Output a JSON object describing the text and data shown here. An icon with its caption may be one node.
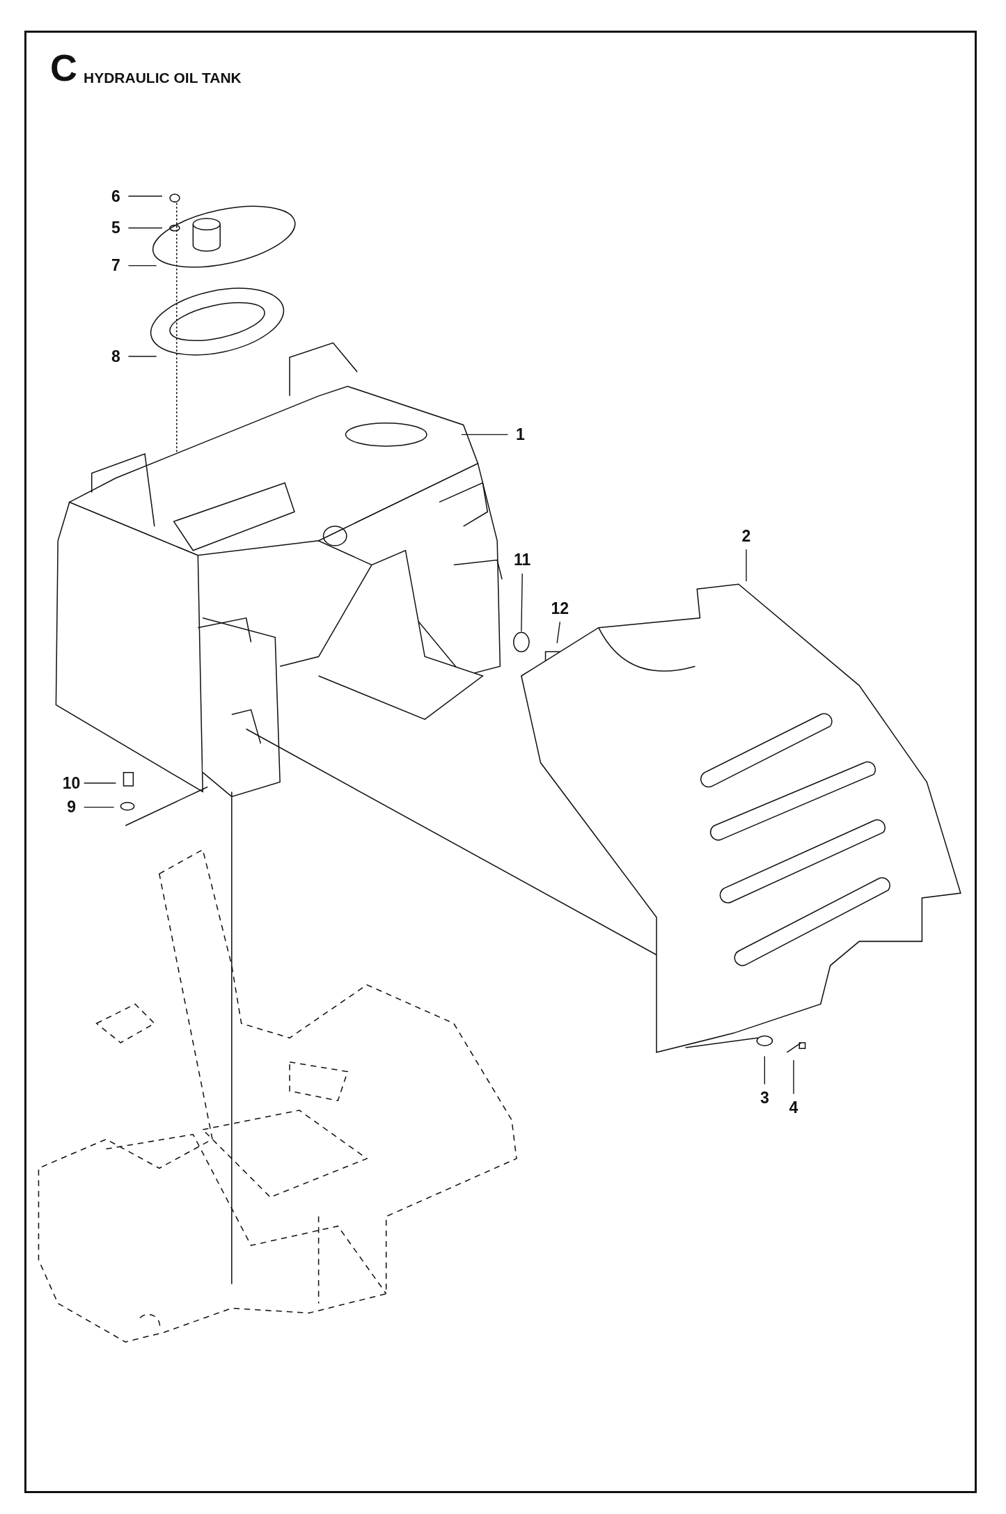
{
  "diagram": {
    "title": "HYDRAULIC OIL TANK",
    "nodes": [
      {
        "text": [
          "6"
        ]
      },
      {
        "text": [
          "5"
        ]
      },
      {
        "text": [
          "7"
        ]
      },
      {
        "text": [
          "8"
        ]
      },
      {
        "text": [
          "1"
        ]
      },
      {
        "text": [
          "2"
        ]
      },
      {
        "text": [
          "11"
        ]
      },
      {
        "text": [
          "12"
        ]
      },
      {
        "text": [
          "10"
        ]
      },
      {
        "text": [
          "9"
        ]
      },
      {
        "text": [
          "3"
        ]
      },
      {
        "text": [
          "4"
        ]
      },
      {
        "text": [],
        "shape": "circle"
      }
    ],
    "edges": [
      {
        "from": 0,
        "to": null,
        "arrow": "none"
      },
      {
        "from": 1,
        "to": null,
        "arrow": "none"
      },
      {
        "from": 2,
        "to": null,
        "arrow": "none"
      },
      {
        "from": 3,
        "to": null,
        "arrow": "none"
      },
      {
        "from": 4,
        "to": null,
        "arrow": "none"
      },
      {
        "from": 5,
        "to": null,
        "arrow": "none"
      },
      {
        "from": 6,
        "to": 12,
        "arrow": "none"
      },
      {
        "from": 7,
        "to": null,
        "arrow": "none"
      },
      {
        "from": 8,
        "to": null,
        "arrow": "none"
      },
      {
        "from": 9,
        "to": null,
        "arrow": "none"
      },
      {
        "from": 10,
        "to": null,
        "arrow": "none"
      },
      {
        "from": 11,
        "to": null,
        "arrow": "none"
      }
    ],
    "labels": [
      "C"
    ]
  }
}
